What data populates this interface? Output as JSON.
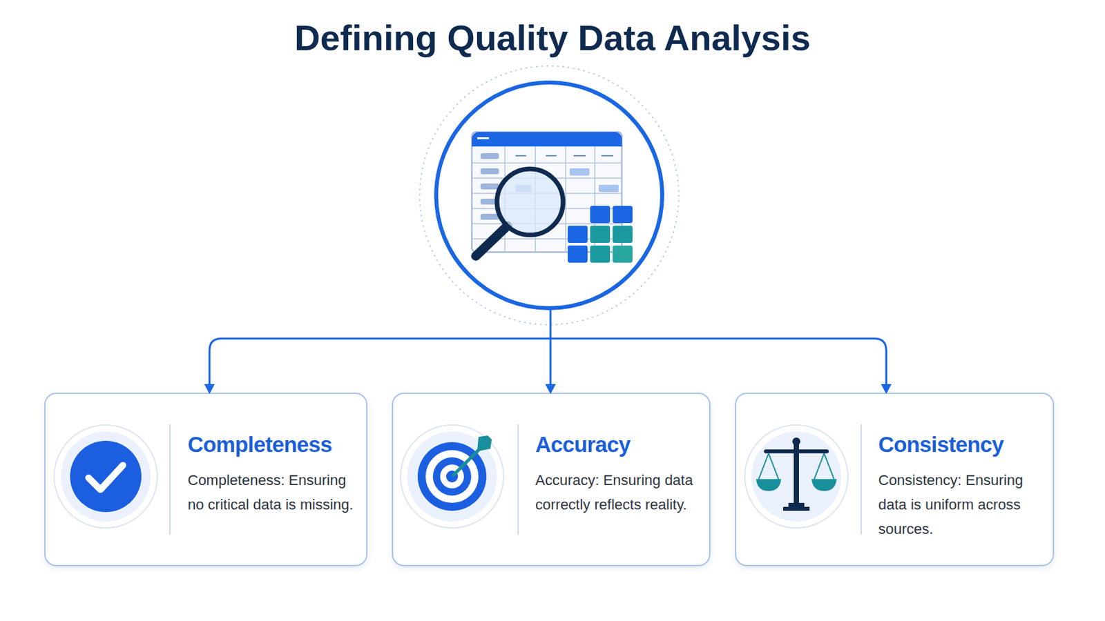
{
  "diagram": {
    "title": "Defining Quality Data Analysis",
    "nodes": [
      {
        "text": [
          "Completeness",
          "Completeness: Ensuring no critical data is missing."
        ]
      },
      {
        "text": [
          "Accuracy",
          "Accuracy: Ensuring data correctly reflects reality."
        ]
      },
      {
        "text": [
          "Consistency",
          "Consistency: Ensuring data is uniform across sources."
        ]
      }
    ]
  }
}
